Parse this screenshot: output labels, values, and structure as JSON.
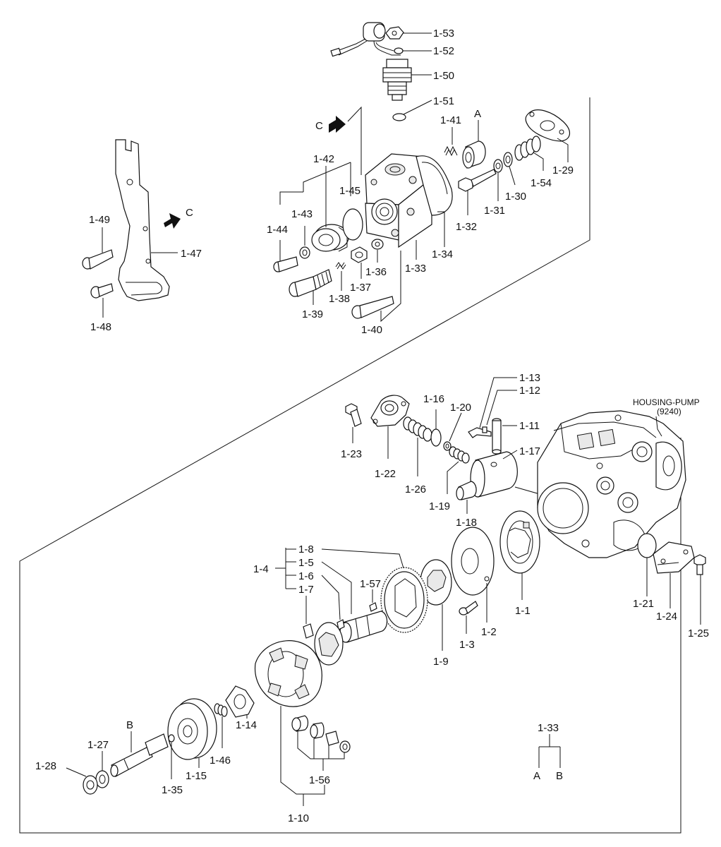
{
  "labels": {
    "l1_53": "1-53",
    "l1_52": "1-52",
    "l1_50": "1-50",
    "l1_51": "1-51",
    "l1_41": "1-41",
    "lA_top": "A",
    "l1_29": "1-29",
    "l1_54": "1-54",
    "l1_30": "1-30",
    "l1_31": "1-31",
    "l1_32": "1-32",
    "l1_34": "1-34",
    "l1_33": "1-33",
    "l1_36": "1-36",
    "l1_37": "1-37",
    "l1_38": "1-38",
    "l1_39": "1-39",
    "l1_40": "1-40",
    "l1_42": "1-42",
    "l1_43": "1-43",
    "l1_44": "1-44",
    "l1_45": "1-45",
    "lC_top": "C",
    "l1_49": "1-49",
    "l1_47": "1-47",
    "l1_48": "1-48",
    "lC_side": "C",
    "l1_13": "1-13",
    "l1_12": "1-12",
    "l1_11": "1-11",
    "l1_17": "1-17",
    "l1_16": "1-16",
    "l1_20": "1-20",
    "l1_23": "1-23",
    "l1_22": "1-22",
    "l1_26": "1-26",
    "l1_19": "1-19",
    "l1_18": "1-18",
    "housing_name": "HOUSING-PUMP",
    "housing_code": "(9240)",
    "l1_8": "1-8",
    "l1_5": "1-5",
    "l1_6": "1-6",
    "l1_7": "1-7",
    "l1_4": "1-4",
    "l1_57": "1-57",
    "l1_9": "1-9",
    "l1_3": "1-3",
    "l1_2": "1-2",
    "l1_1": "1-1",
    "l1_21": "1-21",
    "l1_24": "1-24",
    "l1_25": "1-25",
    "l1_14": "1-14",
    "l1_46": "1-46",
    "l1_15": "1-15",
    "l1_35": "1-35",
    "l1_27": "1-27",
    "l1_28": "1-28",
    "lB_shaft": "B",
    "l1_56": "1-56",
    "l1_10": "1-10",
    "l1_33_key": "1-33",
    "lA_key": "A",
    "lB_key": "B"
  }
}
